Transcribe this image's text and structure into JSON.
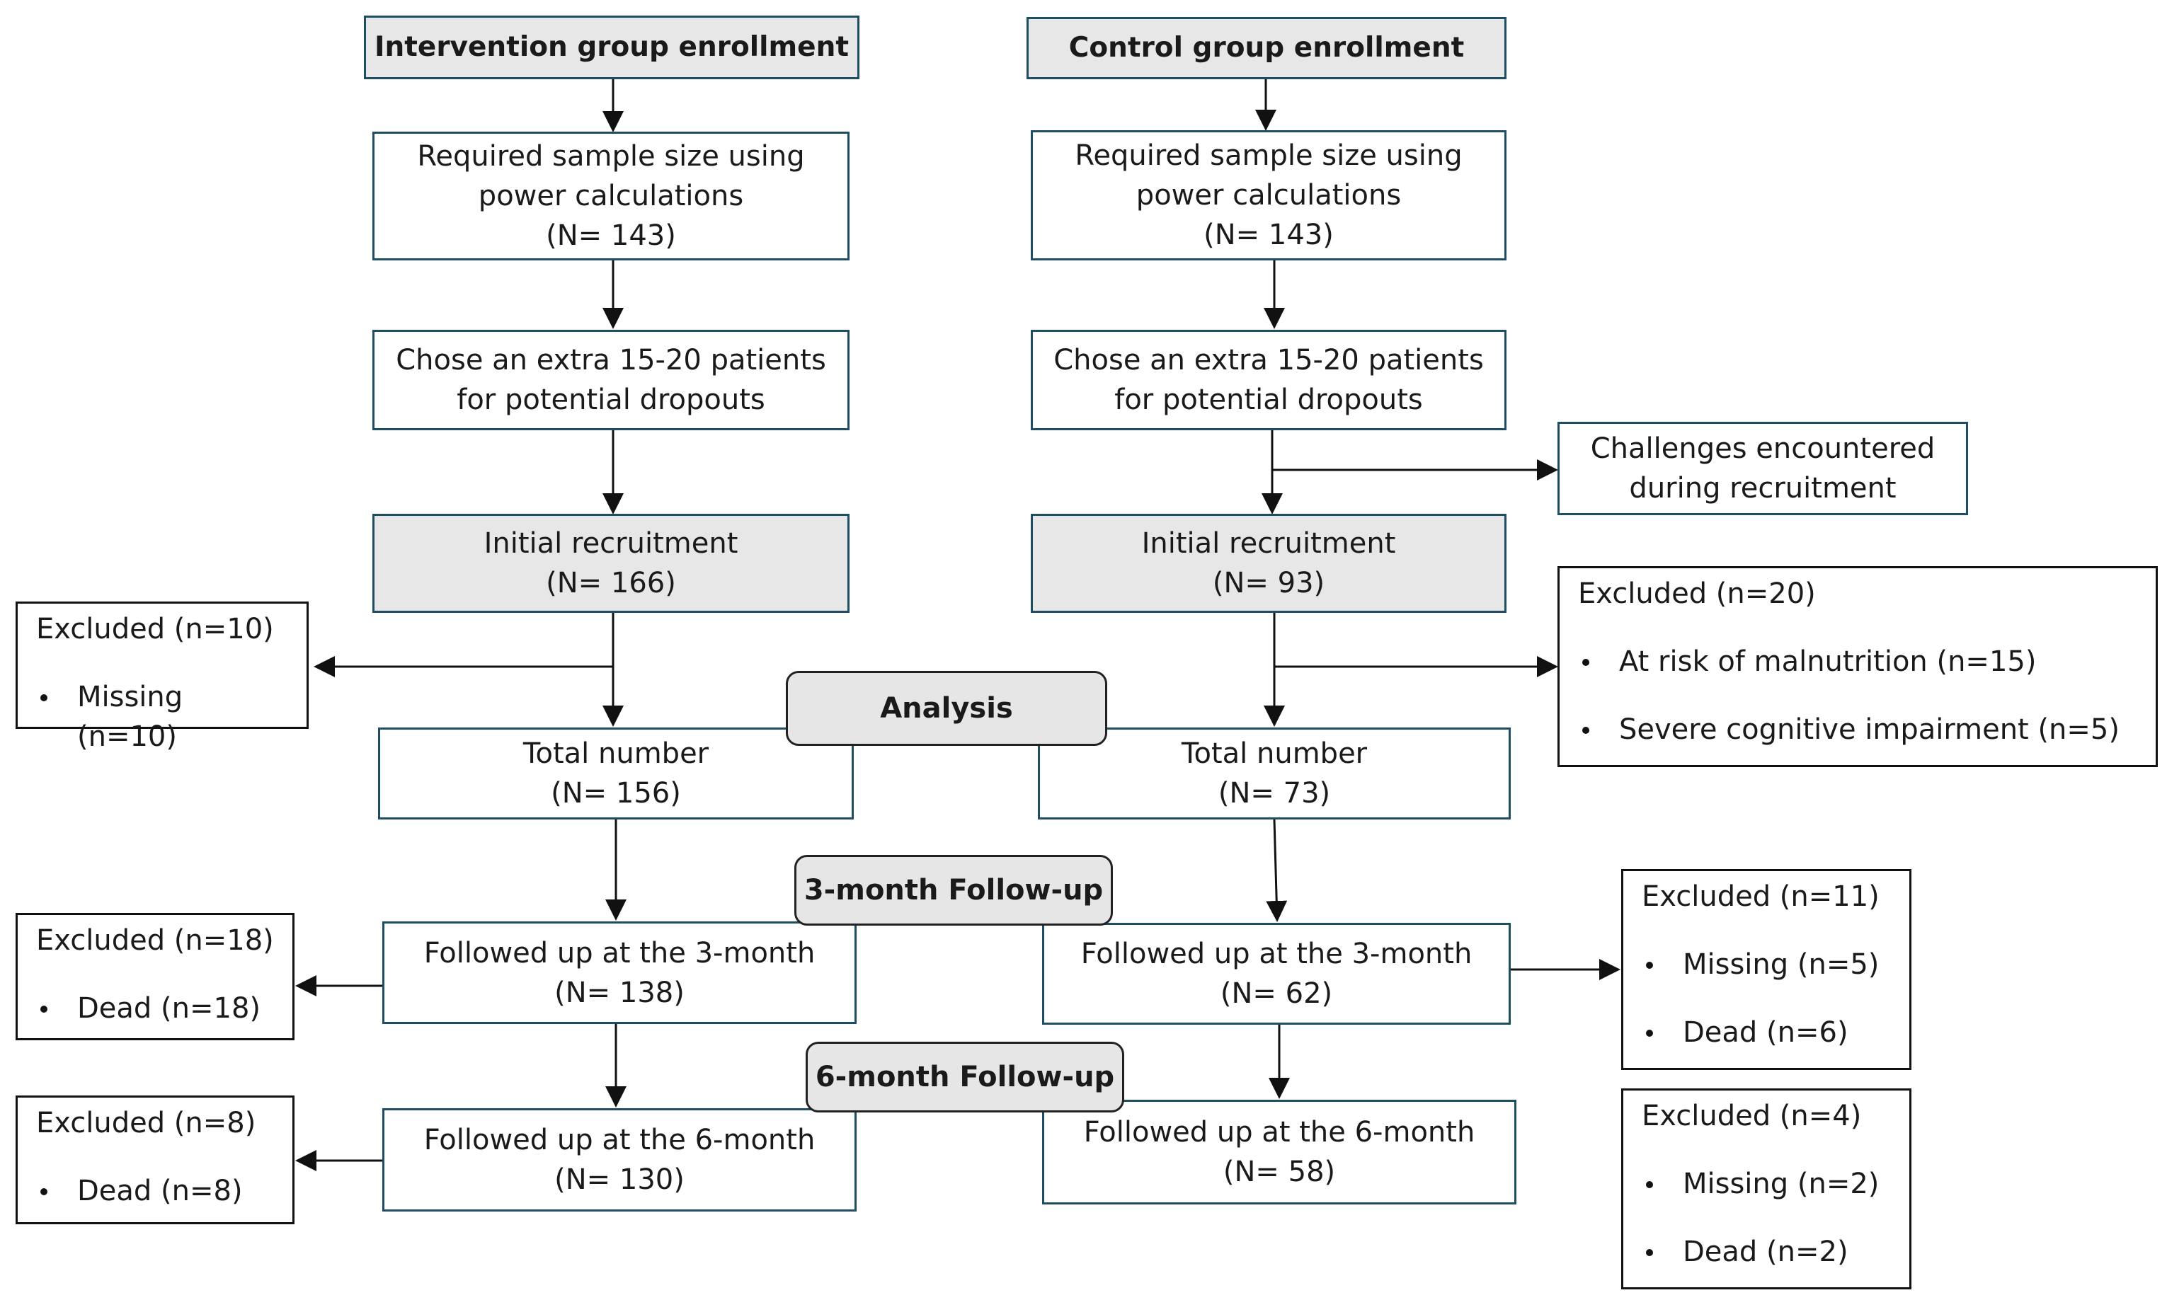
{
  "intervention": {
    "enrollment": "Intervention group enrollment",
    "sample_line1": "Required sample size using",
    "sample_line2": "power calculations",
    "sample_n": "(N= 143)",
    "extra_line1": "Chose an extra 15-20 patients",
    "extra_line2": "for potential dropouts",
    "initial_label": "Initial recruitment",
    "initial_n": "(N= 166)",
    "total_label": "Total number",
    "total_n": "(N= 156)",
    "fu3_label": "Followed up at the 3-month",
    "fu3_n": "(N= 138)",
    "fu6_label": "Followed up at the 6-month",
    "fu6_n": "(N= 130)"
  },
  "control": {
    "enrollment": "Control group enrollment",
    "sample_line1": "Required sample size using",
    "sample_line2": "power calculations",
    "sample_n": "(N= 143)",
    "extra_line1": "Chose an extra 15-20 patients",
    "extra_line2": "for potential dropouts",
    "challenges_line1": "Challenges encountered",
    "challenges_line2": "during recruitment",
    "initial_label": "Initial recruitment",
    "initial_n": "(N= 93)",
    "total_label": "Total number",
    "total_n": "(N= 73)",
    "fu3_label": "Followed up at the 3-month",
    "fu3_n": "(N= 62)",
    "fu6_label": "Followed up at the 6-month",
    "fu6_n": "(N= 58)"
  },
  "stages": {
    "analysis": "Analysis",
    "followup3": "3-month Follow-up",
    "followup6": "6-month Follow-up"
  },
  "excluded": {
    "int_initial": {
      "title": "Excluded (n=10)",
      "items": [
        "Missing (n=10)"
      ]
    },
    "ctrl_initial": {
      "title": "Excluded (n=20)",
      "items": [
        "At risk of malnutrition (n=15)",
        "Severe cognitive impairment (n=5)"
      ]
    },
    "int_fu3": {
      "title": "Excluded (n=18)",
      "items": [
        "Dead (n=18)"
      ]
    },
    "ctrl_fu3": {
      "title": "Excluded (n=11)",
      "items": [
        "Missing (n=5)",
        "Dead (n=6)"
      ]
    },
    "int_fu6": {
      "title": "Excluded (n=8)",
      "items": [
        "Dead (n=8)"
      ]
    },
    "ctrl_fu6": {
      "title": "Excluded (n=4)",
      "items": [
        "Missing (n=2)",
        "Dead (n=2)"
      ]
    }
  },
  "colors": {
    "box_border": "#1f4e63",
    "gray_fill": "#e7e7e7",
    "arrow": "#111111"
  }
}
